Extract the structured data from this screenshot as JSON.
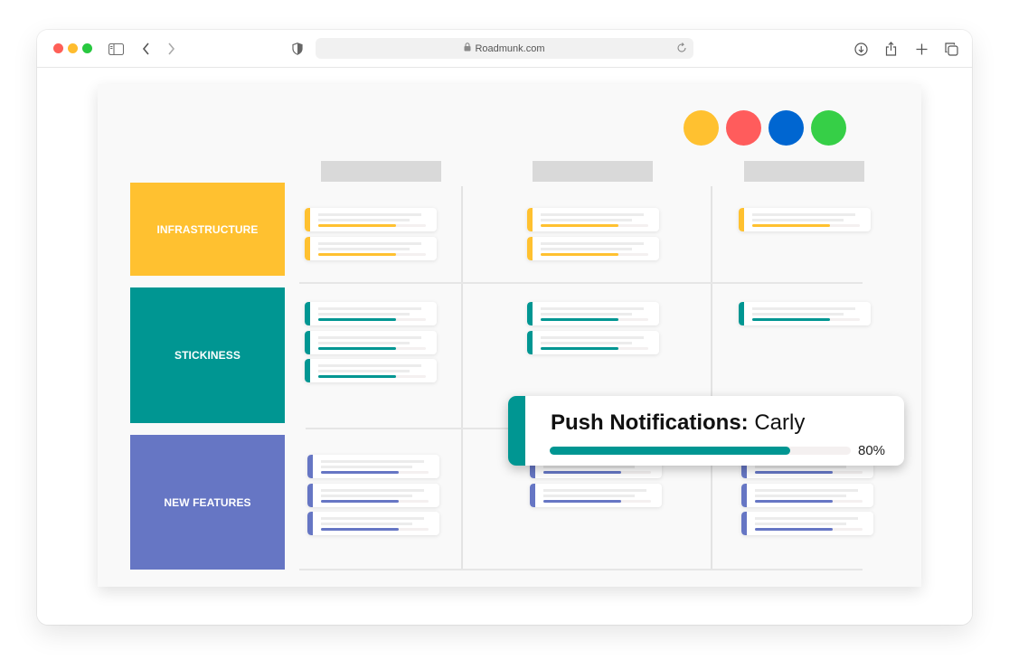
{
  "browser": {
    "url": "Roadmunk.com",
    "traffic_lights": {
      "close": "#fe5f57",
      "minimize": "#febc2e",
      "maximize": "#28c840"
    },
    "icons": {
      "sidebar": "sidebar-icon",
      "back": "chevron-left-icon",
      "forward": "chevron-right-icon",
      "privacy": "shield-icon",
      "lock": "lock-icon",
      "reload": "reload-icon",
      "download": "download-icon",
      "share": "share-icon",
      "new_tab": "plus-icon",
      "tabs": "tabs-overview-icon"
    }
  },
  "board": {
    "legend": [
      {
        "color": "#ffc130"
      },
      {
        "color": "#ff5c5c"
      },
      {
        "color": "#0066d1"
      },
      {
        "color": "#36cf47"
      }
    ],
    "columns": [
      {
        "label": ""
      },
      {
        "label": ""
      },
      {
        "label": ""
      }
    ],
    "rows": [
      {
        "label": "INFRASTRUCTURE",
        "color": "#ffc130",
        "cells": [
          2,
          2,
          1
        ]
      },
      {
        "label": "STICKINESS",
        "color": "#009692",
        "cells": [
          3,
          2,
          1
        ]
      },
      {
        "label": "NEW FEATURES",
        "color": "#6676c4",
        "cells": [
          3,
          2,
          3
        ]
      }
    ]
  },
  "popup": {
    "title": "Push Notifications:",
    "owner": "Carly",
    "progress": 80,
    "progress_label": "80%",
    "color": "#009692"
  }
}
